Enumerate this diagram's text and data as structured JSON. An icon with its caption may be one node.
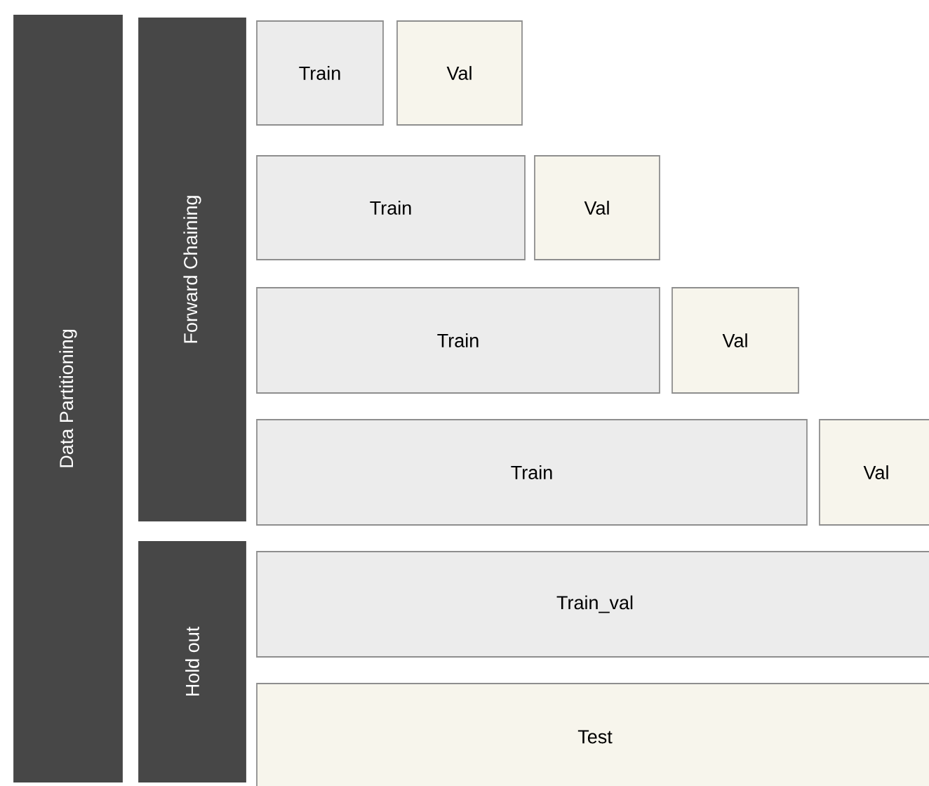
{
  "diagram": {
    "nodes": [
      {
        "text": [
          "Data Partitioning"
        ]
      },
      {
        "text": [
          "Forward Chaining"
        ]
      },
      {
        "text": [
          "Train"
        ]
      },
      {
        "text": [
          "Val"
        ]
      },
      {
        "text": [
          "Train"
        ]
      },
      {
        "text": [
          "Val"
        ]
      },
      {
        "text": [
          "Train"
        ]
      },
      {
        "text": [
          "Val"
        ]
      },
      {
        "text": [
          "Train"
        ]
      },
      {
        "text": [
          "Val"
        ]
      },
      {
        "text": [
          "Hold out"
        ]
      },
      {
        "text": [
          "Train_val"
        ]
      },
      {
        "text": [
          "Test"
        ]
      }
    ]
  }
}
